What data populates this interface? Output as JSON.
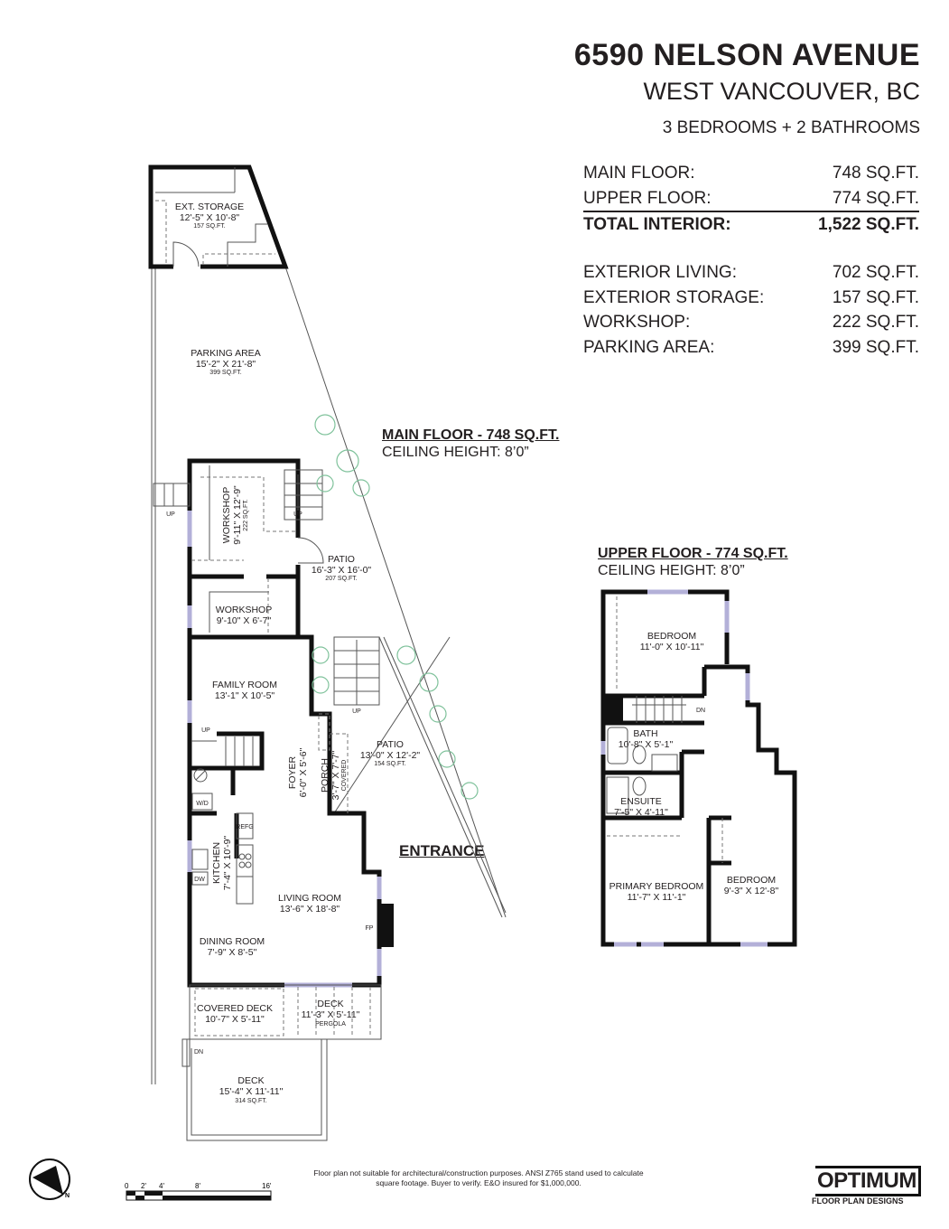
{
  "header": {
    "address": "6590 NELSON AVENUE",
    "city": "WEST VANCOUVER, BC",
    "bedrooms_bathrooms": "3 BEDROOMS + 2 BATHROOMS"
  },
  "areas": {
    "interior": [
      {
        "label": "MAIN FLOOR:",
        "value": "748 SQ.FT."
      },
      {
        "label": "UPPER FLOOR:",
        "value": "774 SQ.FT."
      },
      {
        "label": "TOTAL INTERIOR:",
        "value": "1,522 SQ.FT."
      }
    ],
    "exterior": [
      {
        "label": "EXTERIOR LIVING:",
        "value": "702 SQ.FT."
      },
      {
        "label": "EXTERIOR STORAGE:",
        "value": "157 SQ.FT."
      },
      {
        "label": "WORKSHOP:",
        "value": "222 SQ.FT."
      },
      {
        "label": "PARKING AREA:",
        "value": "399 SQ.FT."
      }
    ]
  },
  "main_floor": {
    "heading": "MAIN FLOOR - 748 SQ.FT.",
    "ceiling": "CEILING HEIGHT: 8’0”",
    "entrance": "ENTRANCE",
    "rooms": {
      "ext_storage": {
        "name": "EXT. STORAGE",
        "dims": "12'-5\" X 10'-8\"",
        "sqft": "157 SQ.FT."
      },
      "parking": {
        "name": "PARKING AREA",
        "dims": "15'-2\" X 21'-8\"",
        "sqft": "399 SQ.FT."
      },
      "workshop1": {
        "name": "WORKSHOP",
        "dims": "9'-11\" X 12'-9\"",
        "sqft": "222 SQ.FT."
      },
      "workshop2": {
        "name": "WORKSHOP",
        "dims": "9'-10\" X 6'-7\""
      },
      "patio1": {
        "name": "PATIO",
        "dims": "16'-3\" X 16'-0\"",
        "sqft": "207 SQ.FT."
      },
      "family": {
        "name": "FAMILY ROOM",
        "dims": "13'-1\" X 10'-5\""
      },
      "patio2": {
        "name": "PATIO",
        "dims": "13'-0\" X 12'-2\"",
        "sqft": "154 SQ.FT."
      },
      "foyer": {
        "name": "FOYER",
        "dims": "6'-0\" X 5'-6\""
      },
      "porch": {
        "name": "PORCH",
        "dims": "3'-7\" X 7'-7\"",
        "note": "COVERED"
      },
      "kitchen": {
        "name": "KITCHEN",
        "dims": "7'-4\" X 10'-9\""
      },
      "living": {
        "name": "LIVING ROOM",
        "dims": "13'-6\" X 18'-8\""
      },
      "dining": {
        "name": "DINING ROOM",
        "dims": "7'-9\" X 8'-5\""
      },
      "covered_deck": {
        "name": "COVERED DECK",
        "dims": "10'-7\" X 5'-11\""
      },
      "deck_pergola": {
        "name": "DECK",
        "dims": "11'-3\" X 5'-11\"",
        "note": "PERGOLA"
      },
      "deck": {
        "name": "DECK",
        "dims": "15'-4\" X 11'-11\"",
        "sqft": "314 SQ.FT."
      }
    },
    "fixtures": {
      "wd": "W/D",
      "refg": "REFG",
      "dw": "DW",
      "fp": "FP",
      "up": "UP",
      "dn": "DN"
    }
  },
  "upper_floor": {
    "heading": "UPPER FLOOR - 774 SQ.FT.",
    "ceiling": "CEILING HEIGHT: 8’0”",
    "rooms": {
      "bedroom1": {
        "name": "BEDROOM",
        "dims": "11'-0\" X 10'-11\""
      },
      "bath": {
        "name": "BATH",
        "dims": "10'-8\" X 5'-1\""
      },
      "ensuite": {
        "name": "ENSUITE",
        "dims": "7'-5\" X 4'-11\""
      },
      "primary": {
        "name": "PRIMARY BEDROOM",
        "dims": "11'-7\" X 11'-1\""
      },
      "bedroom2": {
        "name": "BEDROOM",
        "dims": "9'-3\" X 12'-8\""
      }
    },
    "dn": "DN"
  },
  "scale": {
    "ticks": [
      "0",
      "2'",
      "4'",
      "8'",
      "16'"
    ]
  },
  "compass": {
    "north": "N"
  },
  "disclaimer": "Floor plan not suitable for architectural/construction purposes. ANSI Z765 stand used to calculate square footage. Buyer to verify.  E&O insured for $1,000,000.",
  "logo": {
    "name": "OPTIMUM",
    "tagline": "FLOOR PLAN DESIGNS"
  },
  "colors": {
    "walls": "#111111",
    "windows": "#b3b0d8",
    "text": "#231f20",
    "plants": "#7fc29b"
  }
}
